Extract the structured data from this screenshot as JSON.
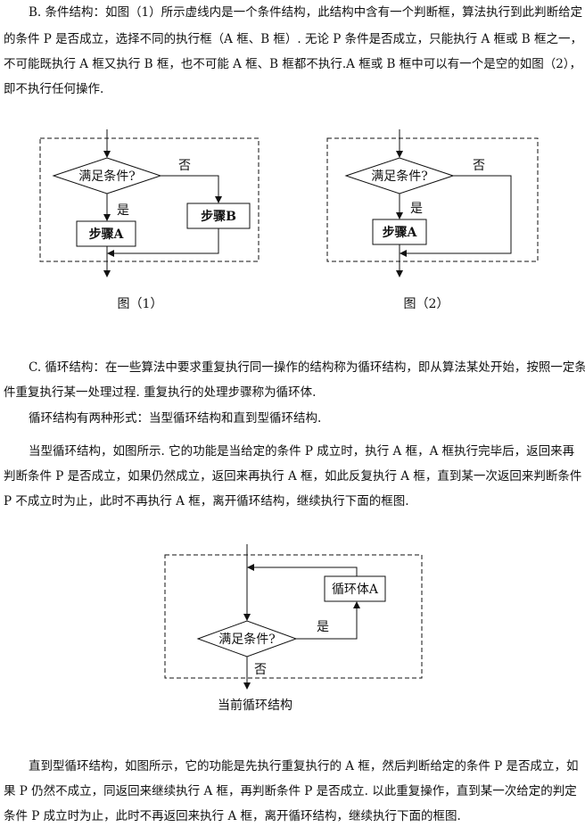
{
  "para_b": [
    "B. 条件结构：如图（1）所示虚线内是一个条件结构，此结构中含有一个判断框，算法执行到此判断给定",
    "的条件 P 是否成立，选择不同的执行框（A 框、B 框）. 无论 P 条件是否成立，只能执行 A 框或 B 框之一，",
    "不可能既执行 A 框又执行 B 框，也不可能 A 框、B 框都不执行.A 框或 B 框中可以有一个是空的如图（2），",
    "即不执行任何操作."
  ],
  "fig1": {
    "cond": "满足条件?",
    "no": "否",
    "yes": "是",
    "step_a": "步骤A",
    "step_b": "步骤B",
    "caption": "图（1）"
  },
  "fig2": {
    "cond": "满足条件?",
    "no": "否",
    "yes": "是",
    "step_a": "步骤A",
    "caption": "图（2）"
  },
  "para_c": [
    "C. 循环结构：在一些算法中要求重复执行同一操作的结构称为循环结构，即从算法某处开始，按照一定条",
    "件重复执行某一处理过程. 重复执行的处理步骤称为循环体."
  ],
  "para_forms": "循环结构有两种形式：当型循环结构和直到型循环结构.",
  "para_while": [
    "当型循环结构，如图所示. 它的功能是当给定的条件 P 成立时，执行 A 框，A 框执行完毕后，返回来再",
    "判断条件 P 是否成立，如果仍然成立，返回来再执行 A 框，如此反复执行 A 框，直到某一次返回来判断条件",
    "P 不成立时为止，此时不再执行 A 框，离开循环结构，继续执行下面的框图."
  ],
  "fig3": {
    "cond": "满足条件?",
    "yes": "是",
    "no": "否",
    "body": "循环体A",
    "caption": "当前循环结构"
  },
  "para_until": [
    "直到型循环结构，如图所示，它的功能是先执行重复执行的 A 框，然后判断给定的条件 P 是否成立，如",
    "果 P 仍然不成立，同返回来继续执行 A 框，再判断条件 P 是否成立. 以此重复操作，直到某一次给定的判定",
    "条件 P 成立时为止，此时不再返回来执行 A 框，离开循环结构，继续执行下面的框图."
  ]
}
